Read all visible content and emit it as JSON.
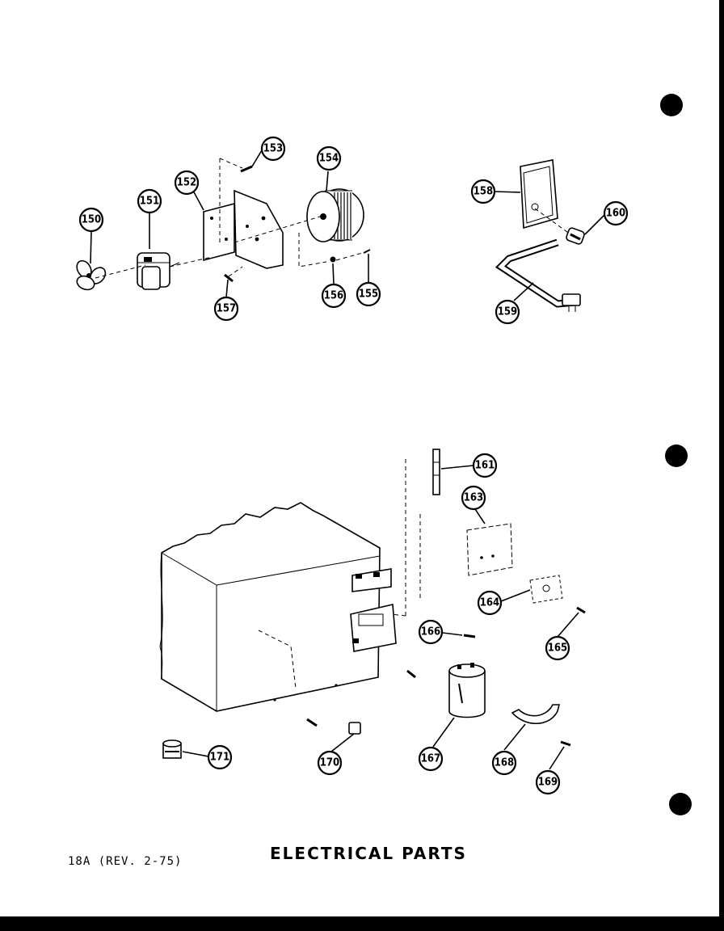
{
  "page": {
    "reference": "18A (REV. 2-75)",
    "title": "ELECTRICAL PARTS"
  },
  "callouts": [
    {
      "id": "c150",
      "label": "150"
    },
    {
      "id": "c151",
      "label": "151"
    },
    {
      "id": "c152",
      "label": "152"
    },
    {
      "id": "c153",
      "label": "153"
    },
    {
      "id": "c154",
      "label": "154"
    },
    {
      "id": "c155",
      "label": "155"
    },
    {
      "id": "c156",
      "label": "156"
    },
    {
      "id": "c157",
      "label": "157"
    },
    {
      "id": "c158",
      "label": "158"
    },
    {
      "id": "c159",
      "label": "159"
    },
    {
      "id": "c160",
      "label": "160"
    },
    {
      "id": "c161",
      "label": "161"
    },
    {
      "id": "c163",
      "label": "163"
    },
    {
      "id": "c164",
      "label": "164"
    },
    {
      "id": "c165",
      "label": "165"
    },
    {
      "id": "c166",
      "label": "166"
    },
    {
      "id": "c167",
      "label": "167"
    },
    {
      "id": "c168",
      "label": "168"
    },
    {
      "id": "c169",
      "label": "169"
    },
    {
      "id": "c170",
      "label": "170"
    },
    {
      "id": "c171",
      "label": "171"
    }
  ]
}
